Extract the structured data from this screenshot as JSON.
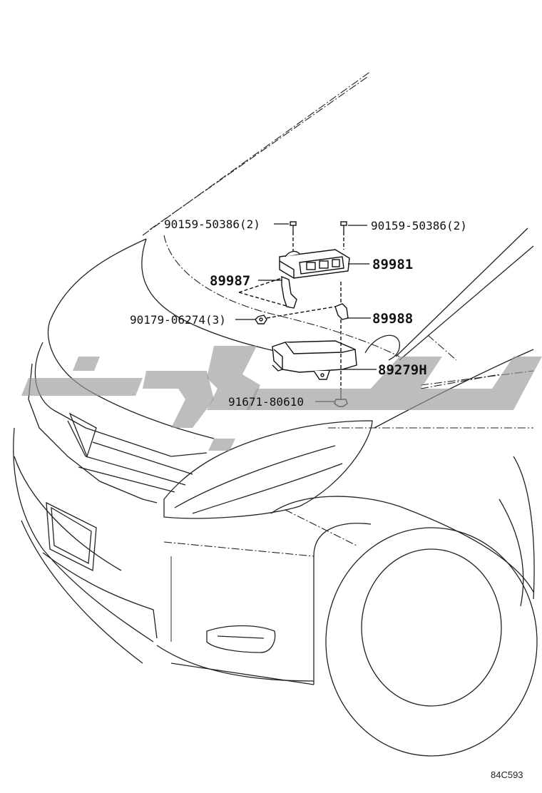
{
  "callouts": [
    {
      "id": "bolt-top-left",
      "text": "90159-50386(2)"
    },
    {
      "id": "bolt-top-right",
      "text": "90159-50386(2)"
    },
    {
      "id": "ecu",
      "text": "89981"
    },
    {
      "id": "bracket-left",
      "text": "89987"
    },
    {
      "id": "nut",
      "text": "90179-06274(3)"
    },
    {
      "id": "bracket-right",
      "text": "89988"
    },
    {
      "id": "bracket-lower",
      "text": "89279H"
    },
    {
      "id": "bolt-bottom",
      "text": "91671-80610"
    }
  ],
  "figure_code": "84C593",
  "watermark": {
    "icon": "watermark-logo",
    "color": "#9a9a9a"
  }
}
